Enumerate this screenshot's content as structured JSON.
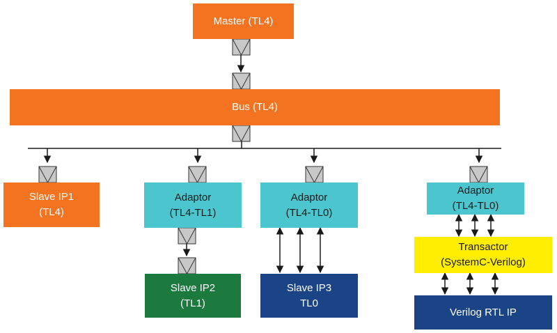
{
  "master": {
    "label": "Master (TL4)"
  },
  "bus": {
    "label": "Bus (TL4)"
  },
  "slave_ip1": {
    "line1": "Slave IP1",
    "line2": "(TL4)"
  },
  "adaptor_tl1": {
    "line1": "Adaptor",
    "line2": "(TL4-TL1)"
  },
  "adaptor_tl0": {
    "line1": "Adaptor",
    "line2": "(TL4-TL0)"
  },
  "adaptor_rtl": {
    "line1": "Adaptor",
    "line2": "(TL4-TL0)"
  },
  "slave_ip2": {
    "line1": "Slave IP2",
    "line2": "(TL1)"
  },
  "slave_ip3": {
    "line1": "Slave IP3",
    "line2": "TL0"
  },
  "transactor": {
    "line1": "Transactor",
    "line2": "(SystemC-Verilog)"
  },
  "verilog_ip": {
    "label": "Verilog RTL IP"
  },
  "colors": {
    "orange": "#f47320",
    "cyan": "#4bc6cf",
    "green": "#1c7a3e",
    "navy": "#1b4486",
    "yellow": "#ffee00",
    "port_fill": "#c8c8c8",
    "line": "#1a1a1a"
  }
}
